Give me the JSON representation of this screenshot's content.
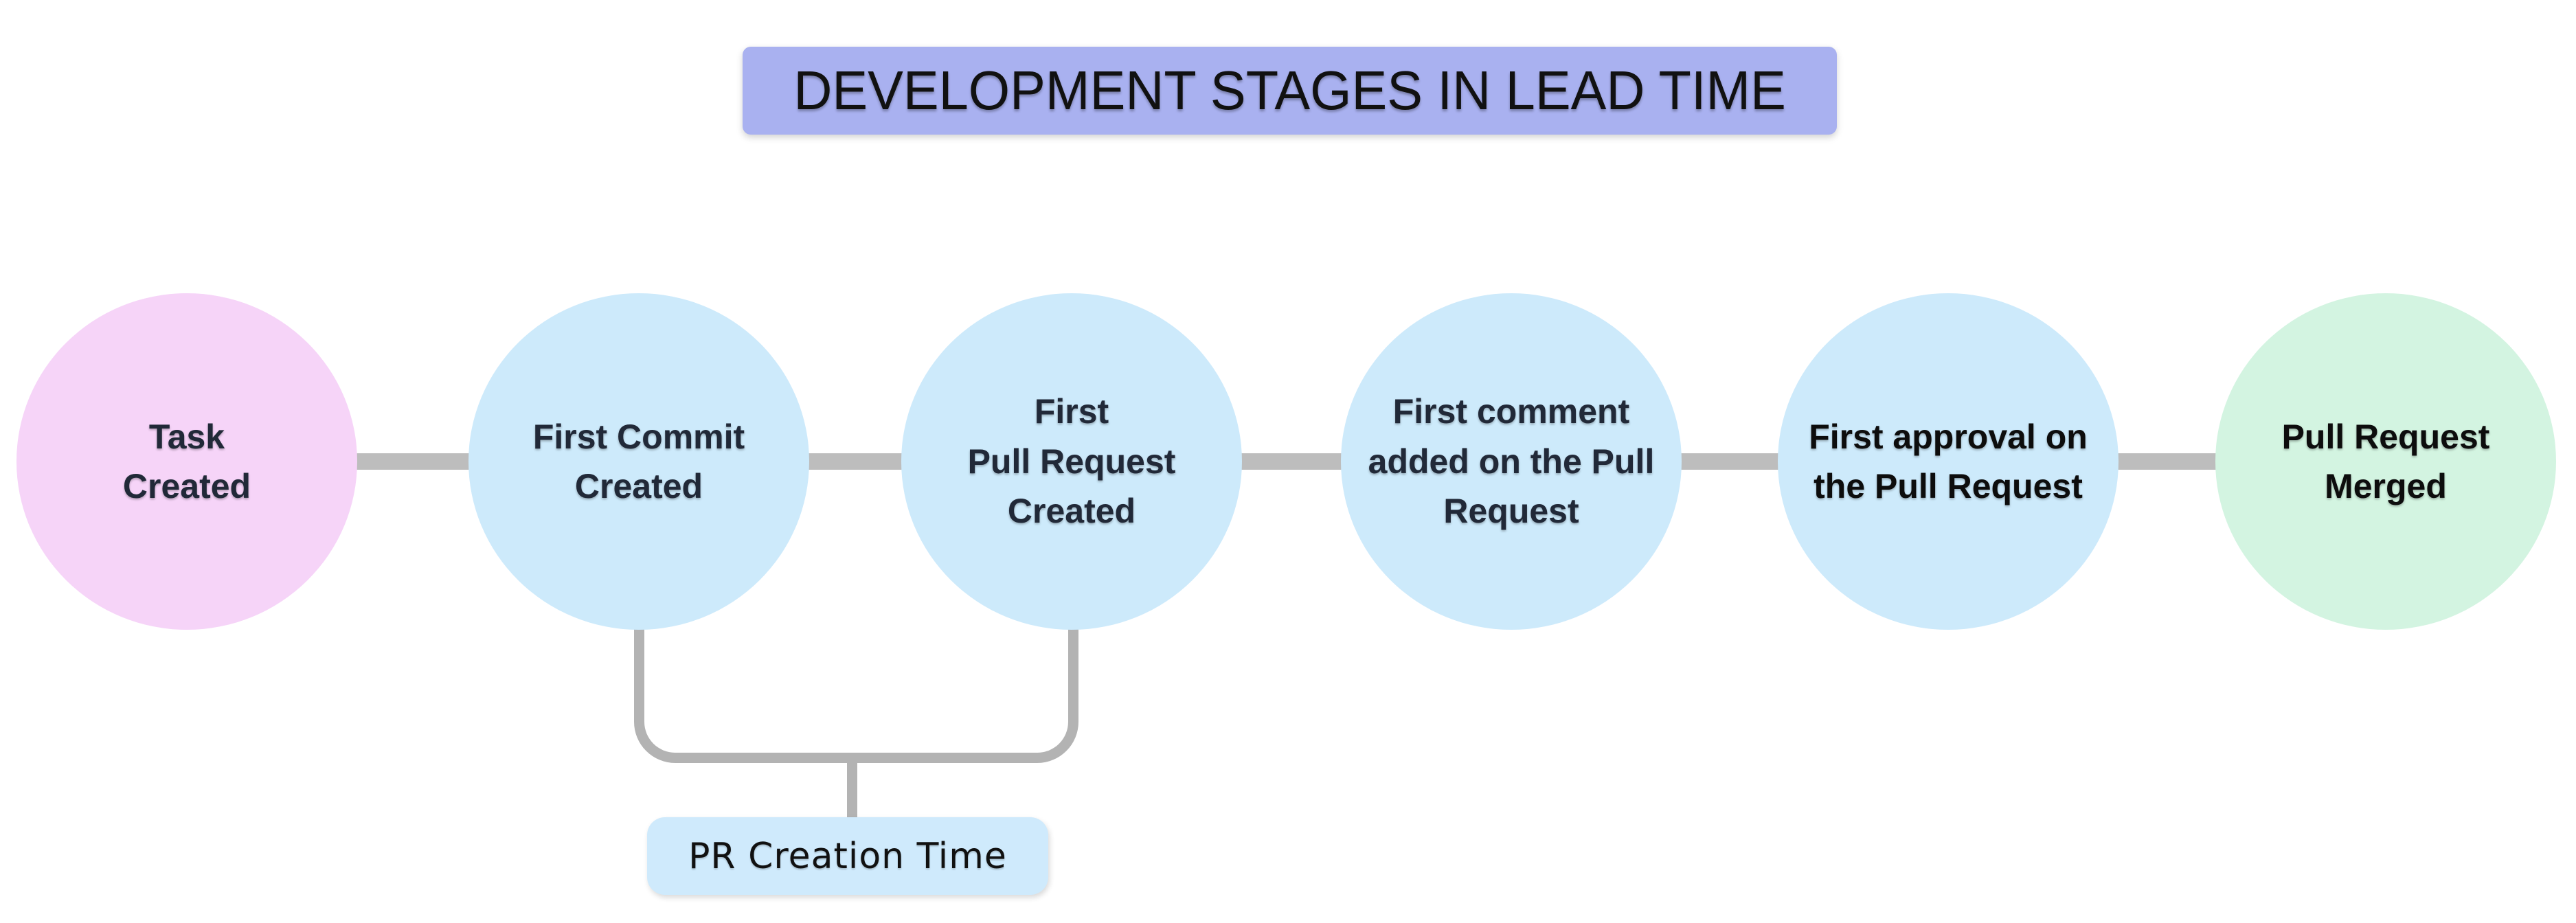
{
  "title": {
    "text": "DEVELOPMENT STAGES IN LEAD TIME",
    "bg_color": "#a9b1f0",
    "text_color": "#111111"
  },
  "stages": [
    {
      "name": "task-created",
      "text": "Task\nCreated",
      "bg_color": "#f6d4f8",
      "text_color": "#212938"
    },
    {
      "name": "first-commit-created",
      "text": "First Commit\nCreated",
      "bg_color": "#cdeafb",
      "text_color": "#212938"
    },
    {
      "name": "first-pull-request-created",
      "text": "First\nPull Request\nCreated",
      "bg_color": "#cdeafb",
      "text_color": "#212938"
    },
    {
      "name": "first-comment-added",
      "text": "First comment\nadded on the Pull\nRequest",
      "bg_color": "#cdeafb",
      "text_color": "#212938"
    },
    {
      "name": "first-approval",
      "text": "First approval on\nthe Pull Request",
      "bg_color": "#cdeafb",
      "text_color": "#0d0d0d"
    },
    {
      "name": "pull-request-merged",
      "text": "Pull Request\nMerged",
      "bg_color": "#d3f4e1",
      "text_color": "#0d0d0d"
    }
  ],
  "annotation": {
    "label": "PR Creation Time",
    "bg_color": "#cfeafc",
    "text_color": "#111111",
    "spans_stages": [
      "first-commit-created",
      "first-pull-request-created"
    ]
  },
  "colors": {
    "background": "#ffffff",
    "connector": "#bdbdbd",
    "bracket": "#b3b3b3"
  }
}
